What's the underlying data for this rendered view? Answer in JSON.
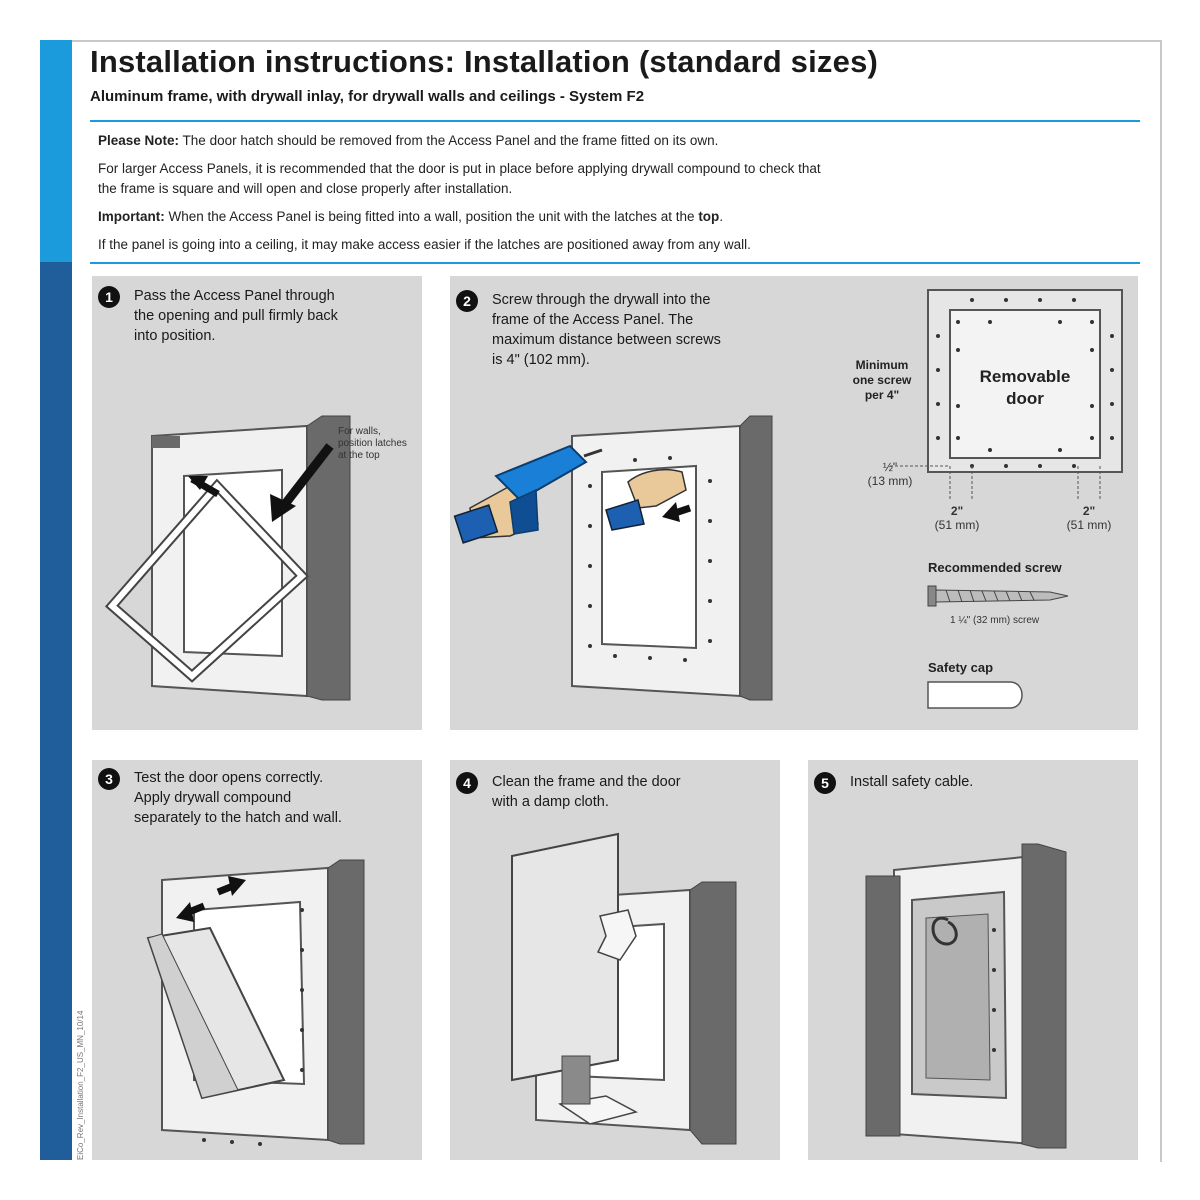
{
  "header": {
    "title": "Installation instructions: Installation (standard sizes)",
    "subtitle": "Aluminum frame, with drywall inlay, for drywall walls and ceilings - System F2"
  },
  "notes": {
    "please_note_label": "Please Note:",
    "please_note_text": " The door hatch should be removed from the Access Panel and the frame fitted on its own.",
    "larger_line1": "For larger Access Panels, it is recommended that the door is put in place before applying drywall compound to check that",
    "larger_line2": "the frame is square and will open and close properly after installation.",
    "important_label": "Important:",
    "important_text": " When the Access Panel is being fitted into a wall, position the unit with the latches at the ",
    "important_top": "top",
    "important_end": ".",
    "ceiling_text": "If the panel is going into a ceiling, it may make access easier if the latches are positioned away from any wall."
  },
  "steps": [
    {
      "number": "1",
      "lines": [
        "Pass the Access Panel through",
        "the opening and pull firmly back",
        "into position."
      ]
    },
    {
      "number": "2",
      "lines": [
        "Screw through the drywall into the",
        "frame of the Access Panel. The",
        "maximum distance between screws",
        "is 4\" (102 mm)."
      ]
    },
    {
      "number": "3",
      "lines": [
        "Test the door opens correctly.",
        "Apply drywall compound",
        "separately to the hatch and wall."
      ]
    },
    {
      "number": "4",
      "lines": [
        "Clean the frame and the door",
        "with a damp cloth."
      ]
    },
    {
      "number": "5",
      "lines": [
        "Install safety cable."
      ]
    }
  ],
  "step1_callout": [
    "For walls,",
    "position latches",
    "at the top"
  ],
  "diagram": {
    "min_screw": [
      "Minimum",
      "one screw",
      "per 4\""
    ],
    "door_label": [
      "Removable",
      "door"
    ],
    "half_inch": "½\"",
    "half_inch_mm": "(13 mm)",
    "two_inch_left": "2\"",
    "two_inch_left_mm": "(51 mm)",
    "two_inch_right": "2\"",
    "two_inch_right_mm": "(51 mm)",
    "recommended_screw": "Recommended screw",
    "screw_spec": "1 ¼\" (32 mm) screw",
    "safety_cap": "Safety cap"
  },
  "doc_code": "EiCo_Rev_Installation_F2_US_MN_10/14",
  "colors": {
    "accent_light": "#1c9bdc",
    "accent_dark": "#1f5e9a",
    "panel_bg": "#d7d7d7"
  }
}
